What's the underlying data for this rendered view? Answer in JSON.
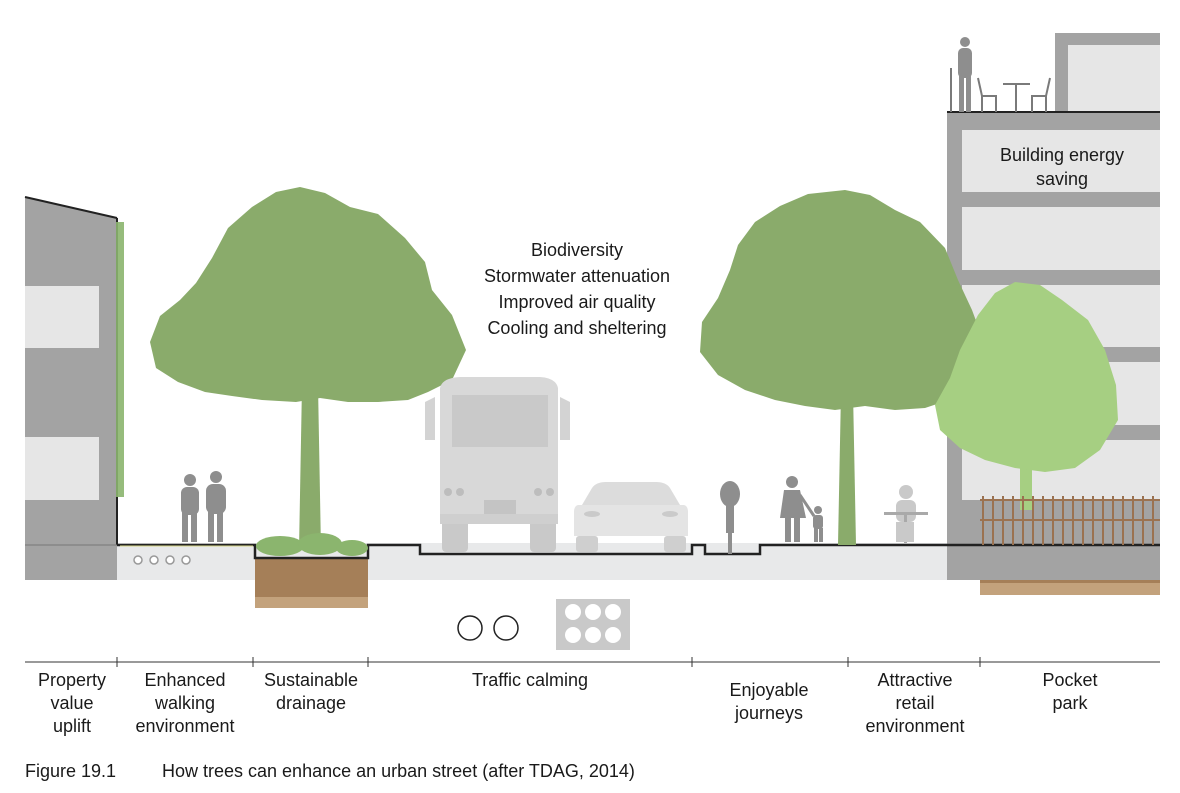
{
  "benefits": {
    "center": [
      "Biodiversity",
      "Stormwater attenuation",
      "Improved air quality",
      "Cooling and sheltering"
    ],
    "building": [
      "Building energy",
      "saving"
    ]
  },
  "zones": [
    {
      "lines": [
        "Property",
        "value",
        "uplift"
      ]
    },
    {
      "lines": [
        "Enhanced",
        "walking",
        "environment"
      ]
    },
    {
      "lines": [
        "Sustainable",
        "drainage"
      ]
    },
    {
      "lines": [
        "Traffic calming"
      ]
    },
    {
      "lines": [
        "Enjoyable",
        "journeys"
      ]
    },
    {
      "lines": [
        "Attractive",
        "retail",
        "environment"
      ]
    },
    {
      "lines": [
        "Pocket",
        "park"
      ]
    }
  ],
  "caption": {
    "number": "Figure 19.1",
    "text": "How trees can enhance an urban street (after TDAG, 2014)"
  },
  "colors": {
    "tree": "#8aab6b",
    "tree_light": "#a6cf82",
    "building": "#a3a3a3",
    "building_window": "#e6e6e6",
    "soil": "#a57f58",
    "ground": "#e8e9ea",
    "figure": "#8e8e8e"
  }
}
